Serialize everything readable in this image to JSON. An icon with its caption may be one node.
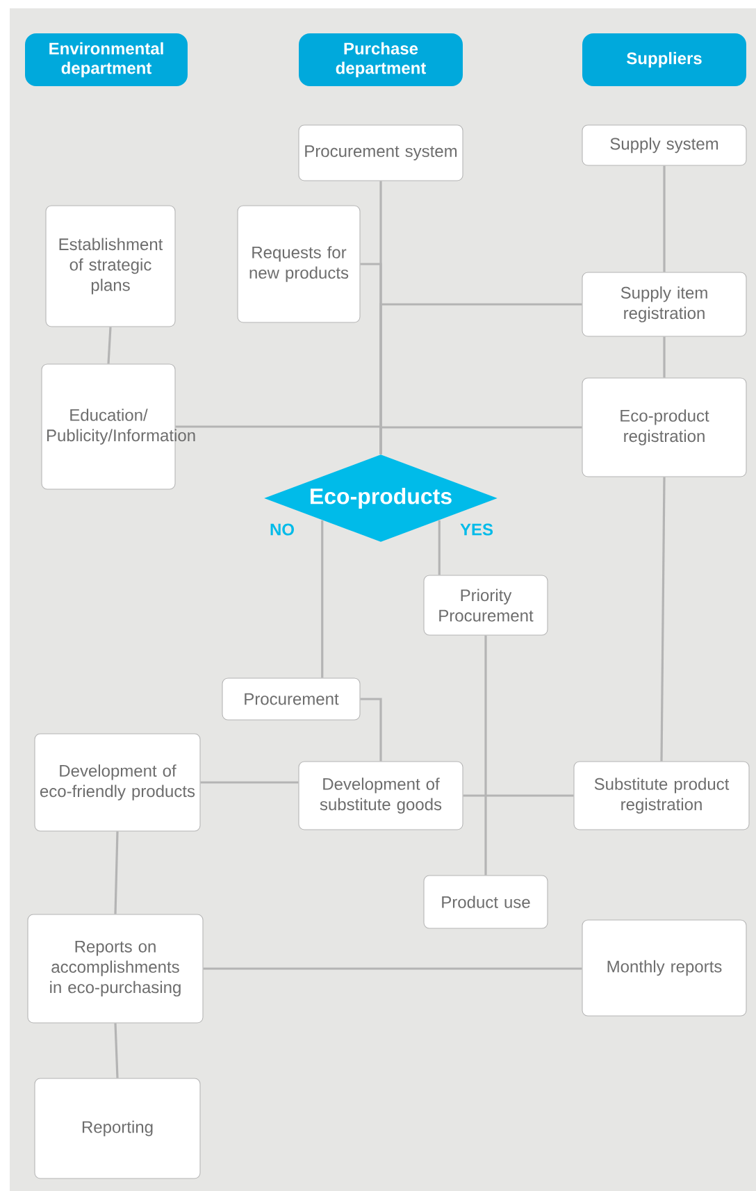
{
  "diagram": {
    "nodes": [
      {
        "text": [
          "Environmental department"
        ]
      },
      {
        "text": [
          "Purchase department"
        ]
      },
      {
        "text": [
          "Suppliers"
        ]
      },
      {
        "text": [
          "Procurement system"
        ]
      },
      {
        "text": [
          "Supply system"
        ]
      },
      {
        "text": [
          "Establishment of strategic plans"
        ]
      },
      {
        "text": [
          "Requests for new products"
        ]
      },
      {
        "text": [
          "Supply item registration"
        ]
      },
      {
        "text": [
          "Education/ Publicity/Information"
        ]
      },
      {
        "text": [
          "Eco-product registration"
        ]
      },
      {
        "text": [
          "Eco-products"
        ]
      },
      {
        "text": [
          "Priority Procurement"
        ]
      },
      {
        "text": [
          "Procurement"
        ]
      },
      {
        "text": [
          "Development of eco-friendly products"
        ]
      },
      {
        "text": [
          "Development of substitute goods"
        ]
      },
      {
        "text": [
          "Substitute product registration"
        ]
      },
      {
        "text": [
          "Product use"
        ]
      },
      {
        "text": [
          "Reports on accomplishments in eco-purchasing"
        ]
      },
      {
        "text": [
          "Monthly reports"
        ]
      },
      {
        "text": [
          "Reporting"
        ]
      }
    ],
    "edges": [
      {
        "from": 3,
        "to": 10,
        "arrow": "none"
      },
      {
        "from": 6,
        "to": 10,
        "arrow": "none"
      },
      {
        "from": 7,
        "to": 10,
        "arrow": "none"
      },
      {
        "from": 8,
        "to": 10,
        "arrow": "none"
      },
      {
        "from": 9,
        "to": 10,
        "arrow": "none"
      },
      {
        "from": 4,
        "to": 7,
        "arrow": "none"
      },
      {
        "from": 7,
        "to": 9,
        "arrow": "none"
      },
      {
        "from": 5,
        "to": 8,
        "arrow": "none"
      },
      {
        "from": 10,
        "to": 12,
        "arrow": "none",
        "label": "NO"
      },
      {
        "from": 10,
        "to": 11,
        "arrow": "none",
        "label": "YES"
      },
      {
        "from": 12,
        "to": 14,
        "arrow": "none"
      },
      {
        "from": 11,
        "to": 16,
        "arrow": "none"
      },
      {
        "from": 13,
        "to": 14,
        "arrow": "none"
      },
      {
        "from": 14,
        "to": 15,
        "arrow": "none"
      },
      {
        "from": 9,
        "to": 15,
        "arrow": "none"
      },
      {
        "from": 13,
        "to": 17,
        "arrow": "none"
      },
      {
        "from": 17,
        "to": 18,
        "arrow": "none"
      },
      {
        "from": 17,
        "to": 19,
        "arrow": "none"
      }
    ]
  }
}
